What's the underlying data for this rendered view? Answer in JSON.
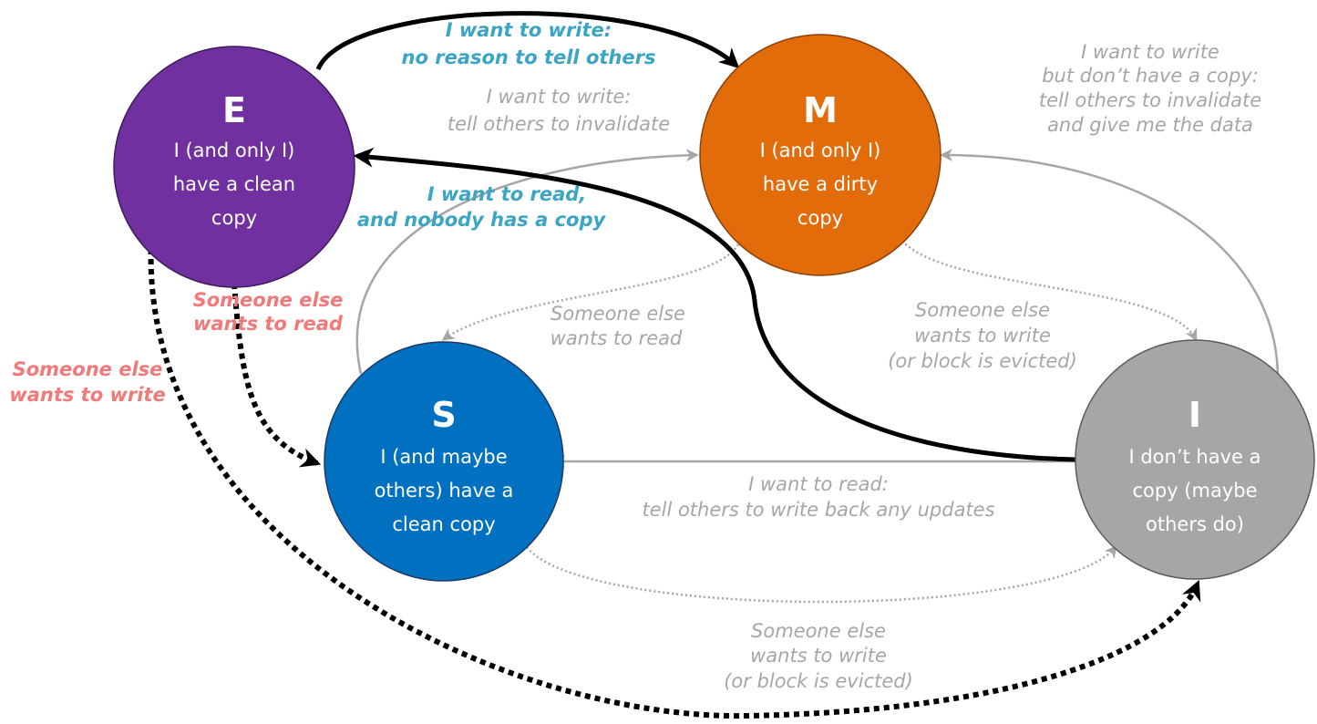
{
  "colors": {
    "state_e": "#7030a0",
    "state_m": "#e36c0a",
    "state_s": "#0070c0",
    "state_i": "#a6a6a6",
    "edge_gray": "#a6a6a6",
    "edge_black": "#000000",
    "label_gray": "#a6a6a6",
    "label_teal": "#3aa5c4",
    "label_red": "#f27979"
  },
  "states": {
    "e": {
      "letter": "E",
      "lines": [
        "I (and only I)",
        "have a clean",
        "copy"
      ]
    },
    "m": {
      "letter": "M",
      "lines": [
        "I (and only I)",
        "have a dirty",
        "copy"
      ]
    },
    "s": {
      "letter": "S",
      "lines": [
        "I (and maybe",
        "others) have a",
        "clean copy"
      ]
    },
    "i": {
      "letter": "I",
      "lines": [
        "I don’t have a",
        "copy (maybe",
        "others do)"
      ]
    }
  },
  "transitions": {
    "e_to_m": [
      "I want to write:",
      "no reason to tell others"
    ],
    "s_to_m": [
      "I want to write:",
      "tell others to invalidate"
    ],
    "i_to_m": [
      "I want to write",
      "but don’t have a copy:",
      "tell others to invalidate",
      "and give me the data"
    ],
    "i_to_e": [
      "I want to read,",
      "and nobody has a copy"
    ],
    "e_to_s": [
      "Someone else",
      "wants to read"
    ],
    "e_to_i": [
      "Someone else",
      "wants to write"
    ],
    "m_to_s": [
      "Someone else",
      "wants to read"
    ],
    "m_to_i": [
      "Someone else",
      "wants to write",
      "(or block is evicted)"
    ],
    "i_to_s": [
      "I want to read:",
      "tell others to write back any updates"
    ],
    "s_to_i": [
      "Someone else",
      "wants to write",
      "(or block is evicted)"
    ]
  }
}
